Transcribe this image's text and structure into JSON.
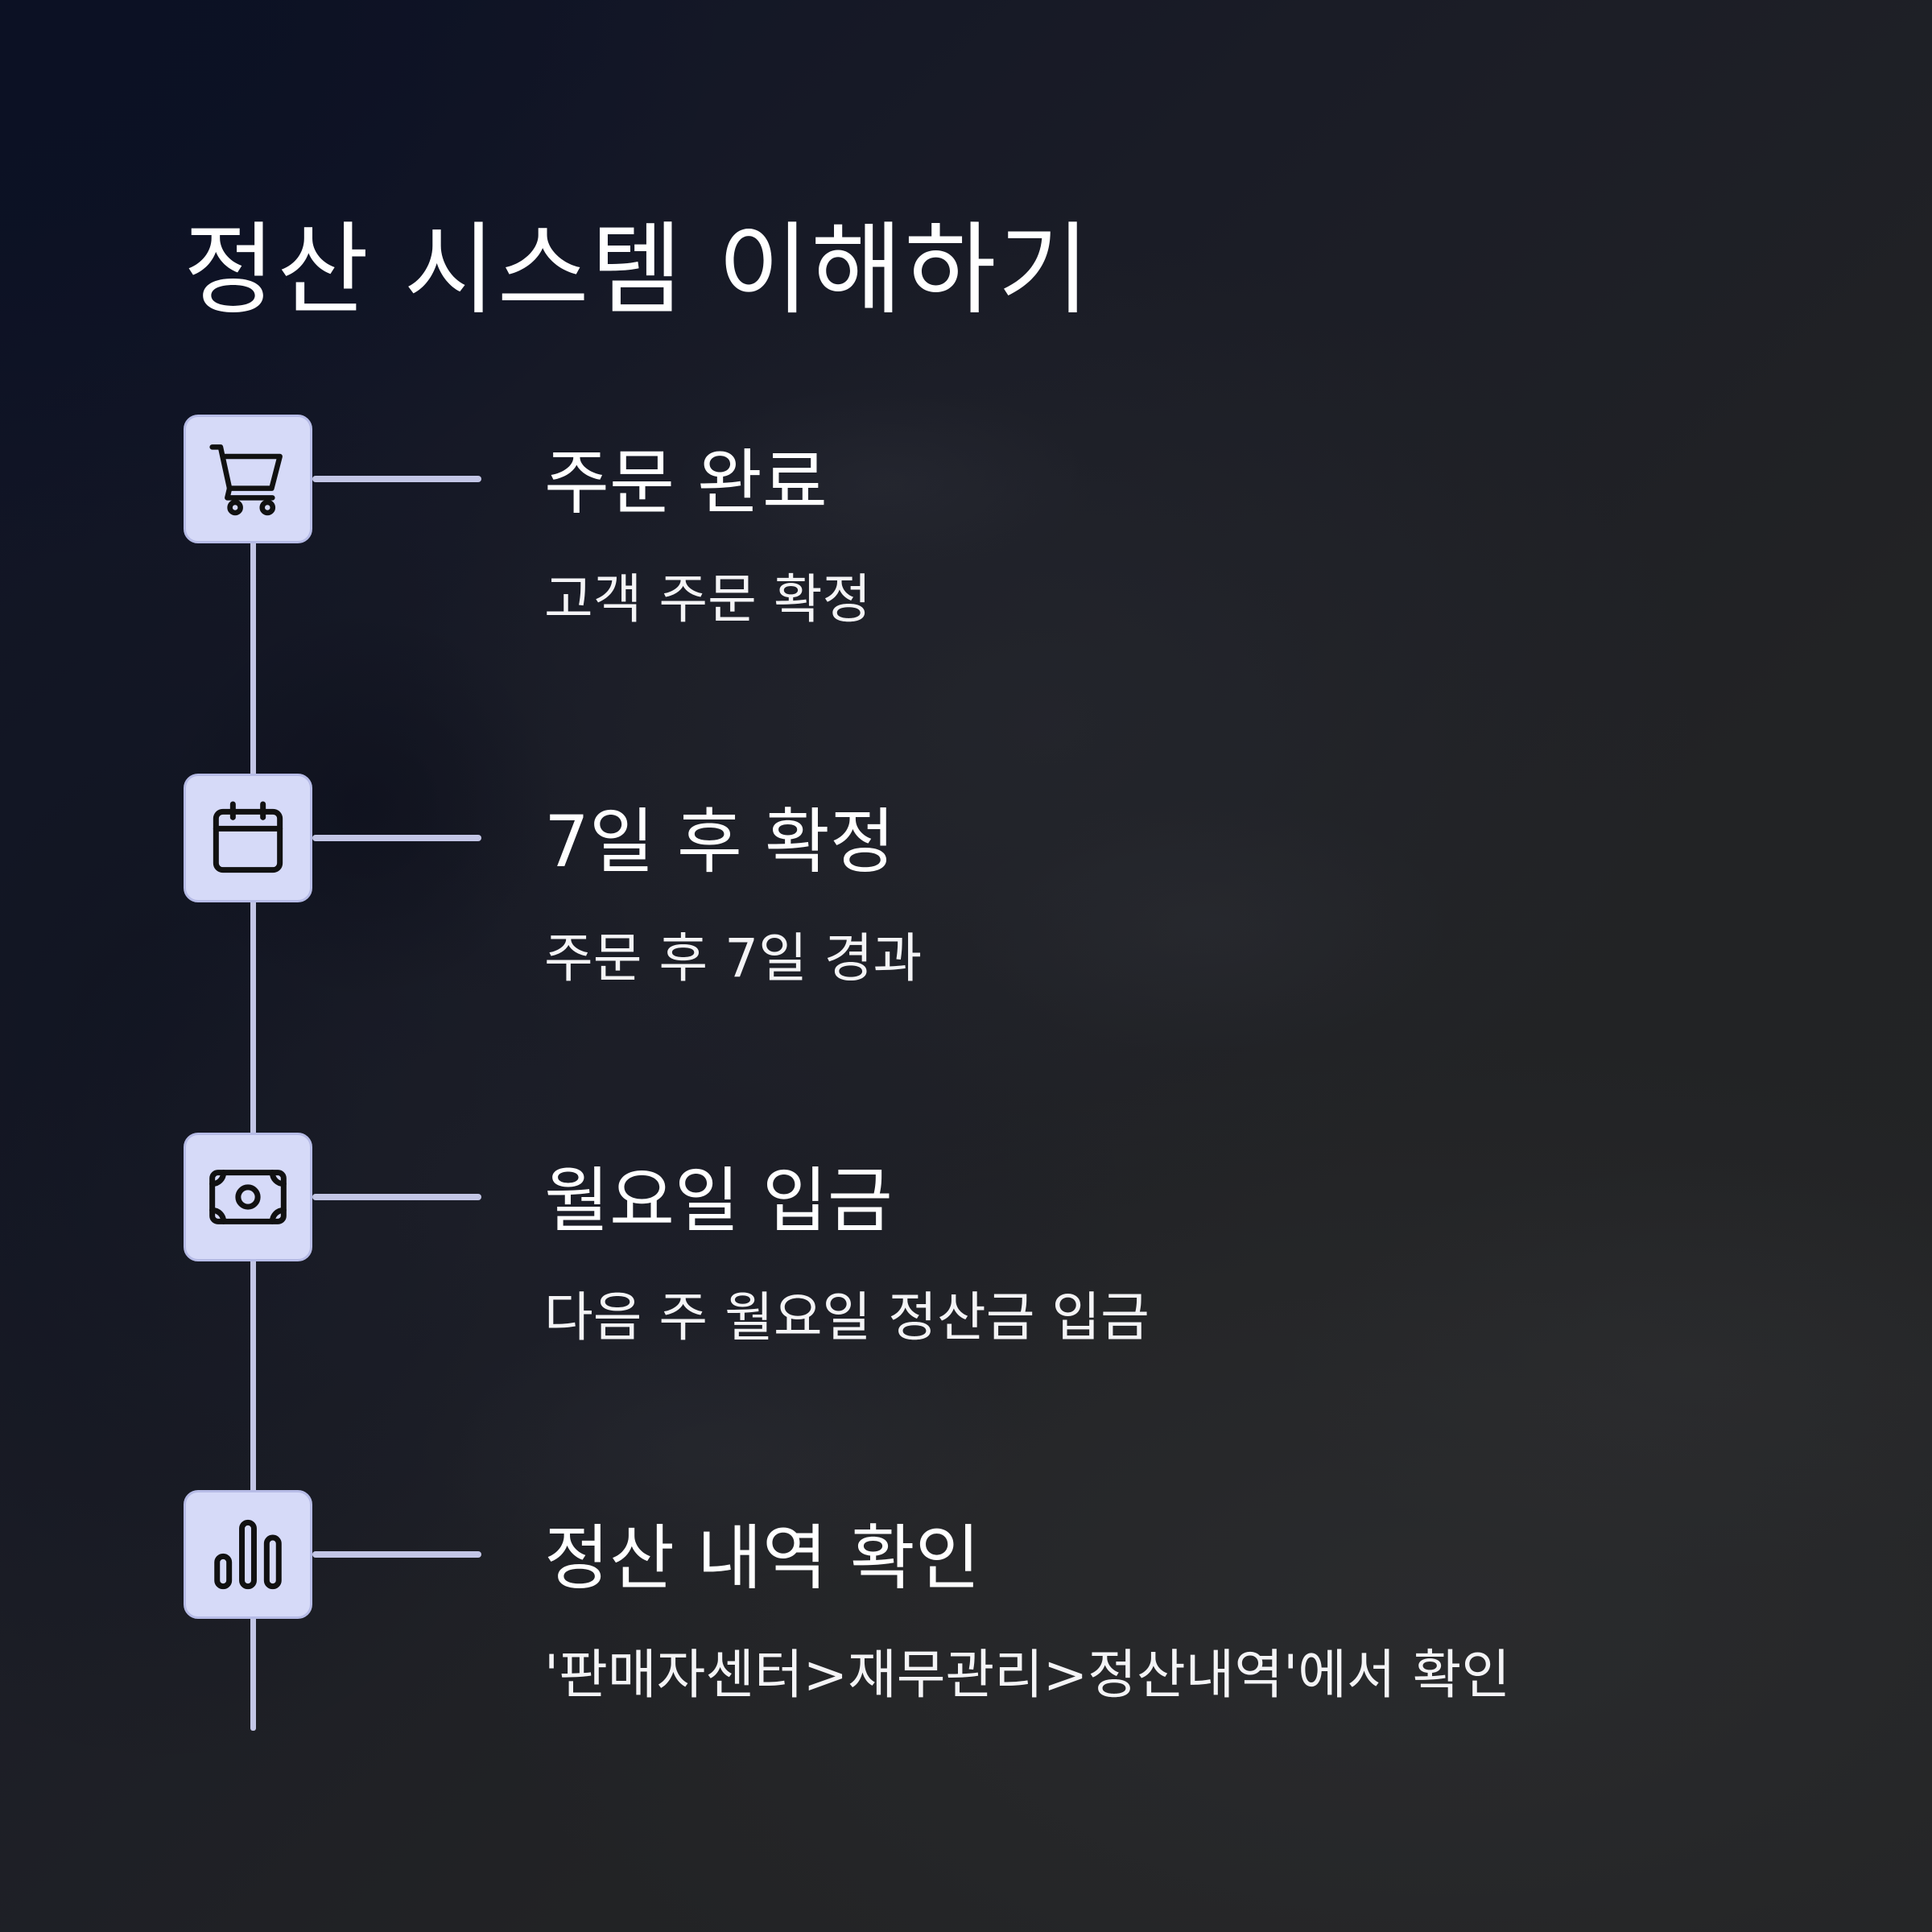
{
  "title": "정산 시스템 이해하기",
  "steps": [
    {
      "icon": "shopping-cart-icon",
      "title": "주문 완료",
      "description": "고객 주문 확정"
    },
    {
      "icon": "calendar-icon",
      "title": "7일 후 확정",
      "description": "주문 후 7일 경과"
    },
    {
      "icon": "banknote-icon",
      "title": "월요일 입금",
      "description": "다음 주 월요일 정산금 입금"
    },
    {
      "icon": "bar-chart-icon",
      "title": "정산 내역 확인",
      "description": "'판매자센터>재무관리>정산내역'에서 확인"
    }
  ],
  "colors": {
    "icon_box": "#d6daf8",
    "line": "#c3c6e6",
    "text": "#ffffff"
  }
}
